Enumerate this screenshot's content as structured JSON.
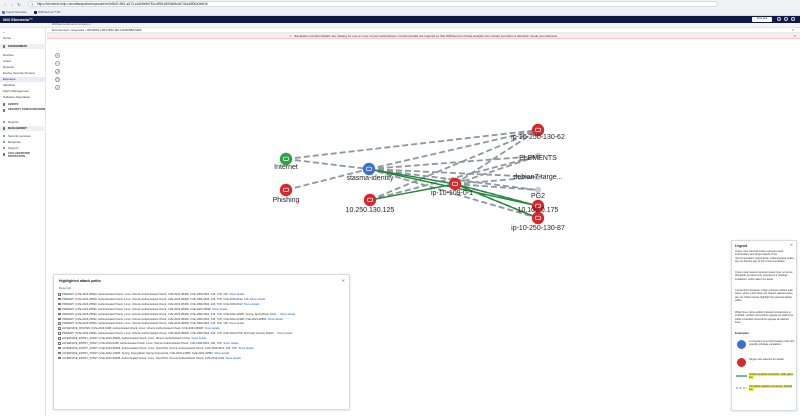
{
  "browser": {
    "url": "https://elements.tulip.com/attackpaths/exposure/ee0c8e2f-4f61-a213-a1db9e8d7f0cc3f9f1e8/f45a9c0d74a1a8f00a3b4f1b",
    "bookmarks": [
      "Import favorites",
      "WithSecure™ El..."
    ]
  },
  "app": {
    "brand": "W/// Elements™",
    "trial_button": "Free trial",
    "org_name": "WithSecure Elements Company 1"
  },
  "sidebar": {
    "items": [
      {
        "label": "Home",
        "type": "item"
      },
      {
        "label": "ENVIRONMENT",
        "type": "section"
      },
      {
        "label": "Devices",
        "type": "item"
      },
      {
        "label": "Cloud",
        "type": "item"
      },
      {
        "label": "Network",
        "type": "item"
      },
      {
        "label": "Device Security Posture",
        "type": "item"
      },
      {
        "label": "Exposure",
        "type": "active"
      },
      {
        "label": "Identities",
        "type": "item"
      },
      {
        "label": "Patch Management",
        "type": "item"
      },
      {
        "label": "Software Reputation",
        "type": "item"
      },
      {
        "label": "EVENTS",
        "type": "sub"
      },
      {
        "label": "SECURITY CONFIGURATIONS",
        "type": "sub2"
      },
      {
        "label": "Reports",
        "type": "icon"
      },
      {
        "label": "MANAGEMENT",
        "type": "section"
      },
      {
        "label": "Security services",
        "type": "icon"
      },
      {
        "label": "Requests",
        "type": "icon"
      },
      {
        "label": "Support",
        "type": "icon"
      },
      {
        "label": "COLLABORATIVE PROTECTION",
        "type": "sub2"
      }
    ]
  },
  "breadcrumb": "Environment › Exposure › 062d4f61-cb04-4f52-9b1d-8c9b58f1ba89",
  "notice": {
    "text": "\"Escalation Contact Details\" are missing for one or more of your subscriptions. Contact details are required so that WithSecure's threat analysts can contact you when a detection needs your attention."
  },
  "graph": {
    "nodes": [
      {
        "label": "Internet",
        "kind": "internet"
      },
      {
        "label": "Phishing",
        "kind": "phishing"
      },
      {
        "label": "stasma-identity",
        "kind": "identity"
      },
      {
        "label": "10.250.130.125",
        "kind": "asset"
      },
      {
        "label": "ip-10-109-0-1",
        "kind": "asset"
      },
      {
        "label": "ip-10-250-130-62",
        "kind": "asset"
      },
      {
        "label": "ELEMENTS",
        "kind": "grey"
      },
      {
        "label": "debian7-targe...",
        "kind": "grey"
      },
      {
        "label": "PG2",
        "kind": "grey"
      },
      {
        "label": "10.109.0.175",
        "kind": "asset"
      },
      {
        "label": "ip-10-250-130-87",
        "kind": "asset"
      }
    ],
    "colors": {
      "asset": "#d42a2f",
      "internet": "#2fa14a",
      "identity": "#3d6fd8",
      "grey": "#c7ccd3",
      "dashed_edge": "#8f969e",
      "highlight_edge": "#1f8a3b"
    }
  },
  "paths_panel": {
    "title": "Highlighted attack paths",
    "reset": "Reset all",
    "show_details": "Show details",
    "rows": [
      "PRIMARY (CVE-2023-25690, Authenticated Check, Linux, Ubuntu Authenticated Check, CVE-2023-38408, CVE-1999-0524, 445, TCP, 139",
      "PRIMARY (CVE-2023-25690, Authenticated Check, Linux, Ubuntu Authenticated Check, CVE-2023-38408, CVE-1999-0524, 445, TCP, CVE-2019-0192, 139",
      "PRIMARY (CVE-2023-25690, Authenticated Check, Linux, Ubuntu Authenticated Check, CVE-2023-38408, CVE-1999-0524, 445, TCP, CVE-2020-0610",
      "PRIMARY (CVE-2023-25690, Authenticated Check, Linux, Ubuntu Authenticated Check, CVE-2023-38408, CVE-2023-25690",
      "PRIMARY (CVE-2023-25690, Authenticated Check, Linux, Ubuntu Authenticated Check, CVE-2023-38408, CVE-1999-0524, 445, TCP, CVE-2022-22965, Spring, SpringShell, Sprin...",
      "PRIMARY (CVE-2023-25690, Authenticated Check, Linux, Ubuntu Authenticated Check, CVE-2023-38408, CVE-1999-0524, 445, TCP, CVE-2023-21980, CVE-2023-26853",
      "PRIMARY (CVE-2023-25690, Authenticated Check, Linux, Ubuntu Authenticated Check, CVE-2023-38408, CVE-1999-0524, 445, TCP, 139",
      "ALTERNATE_ROUTES (CVE-2019-0188, Authenticated Check, Linux, Ubuntu Authenticated Check, CVE-2023-38408",
      "PRIMARY (CVE-2023-25690, Authenticated Check, Linux, Ubuntu Authenticated Check, CVE-2023-38408, CVE-1999-0524, 445, TCP, CVE-2019-0708, Microsoft Security Bulleti...",
      "ALTERNATE_ENTRY_POINT (CVE-2023-25690, Authenticated Check, Linux, Ubuntu Authenticated Check",
      "ALTERNATE_ENTRY_POINT (CVE-2019-0188, Authenticated Check, Linux, Ubuntu Authenticated Check, CVE-1999-0524, 139, TCP",
      "ALTERNATE_ENTRY_POINT (CVE-2023-38408, Authenticated Check, Linux, OpenSSH, Ubuntu Authenticated Check, CVE-1999-0524, 445, TCP",
      "ALTERNATE_ENTRY_POINT (CVE-2022-22965, Spring, SpringShell, Spring Framework, CVE-2023-21980, CVE-2023-26853",
      "ALTERNATE_ENTRY_POINT (CVE-2023-38408, Authenticated Check, Linux, OpenSSH, Ubuntu Authenticated Check, CVE-2019-0192"
    ]
  },
  "legend": {
    "title": "Legend",
    "intro": "Green, blue and red nodes represent start, intermediary and target assets of the recommendation respectively, while grouped nodes are not directly part of this recommendation.",
    "p2": "Cross node means represent asset type: an arrow alongside an asset icon represents a privilege escalation, which alters the asset.",
    "p3": "Connections between nodes represent attack path steps, where solid steps are helped, dashed steps are not. Filled arrows highlight the selected attack paths.",
    "p4": "Wider lines show verified network connections to enabled, verified connections appear as solid lines, while unverified connections appear as dashed lines.",
    "examples_title": "Examples",
    "ex1": "A computer as an intermediary node with possible privilege escalations",
    "ex2": "Target node selected for details",
    "ex3": "Verified network connection; bolts green line",
    "ex4": "Unverified network connection; dashed line"
  }
}
